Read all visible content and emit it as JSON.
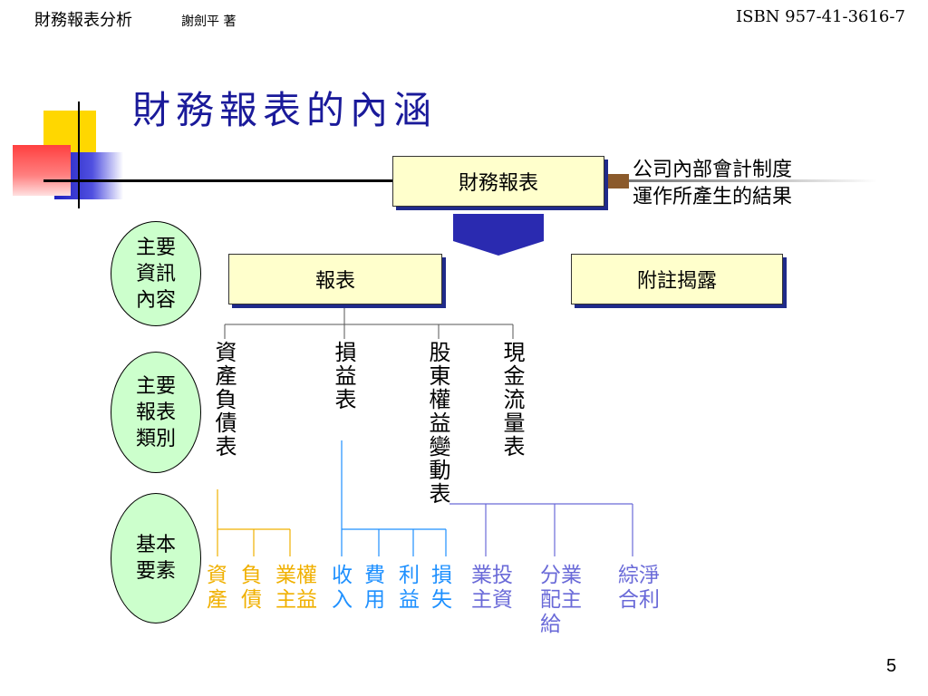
{
  "header": {
    "book_title": "財務報表分析",
    "author": "謝劍平 著",
    "isbn": "ISBN 957-41-3616-7"
  },
  "slide": {
    "title": "財務報表的內涵",
    "page_number": "5"
  },
  "diagram": {
    "top_box": "財務報表",
    "note_line1": "公司內部會計制度",
    "note_line2": "運作所產生的結果",
    "box_reports": "報表",
    "box_notes": "附註揭露",
    "ovals": {
      "info": "主要\n資訊\n內容",
      "types": "主要\n報表\n類別",
      "elements": "基本\n要素"
    },
    "report_types": {
      "balance_sheet": "資產負債表",
      "income_statement": "損益表",
      "equity_statement": "股東權益變動表",
      "cash_flow": "現金流量表"
    },
    "elements": {
      "assets": "資\n產",
      "liabilities": "負\n債",
      "owners_equity": "業權\n主益",
      "revenue": "收\n入",
      "expenses": "費\n用",
      "gains": "利\n益",
      "losses": "損\n失",
      "owner_investment": "業投\n主資",
      "owner_distribution": "分業\n配主\n給",
      "comprehensive_income": "綜淨\n合利"
    },
    "colors": {
      "box_fill": "#ffffcc",
      "box_shadow": "#1f2a8a",
      "oval_fill": "#ccffcc",
      "title": "#1a1a9a",
      "asset_group": "#f0b000",
      "income_group": "#1e90ff",
      "equity_group": "#6a6ad8",
      "arrow": "#8b5a2b"
    }
  }
}
